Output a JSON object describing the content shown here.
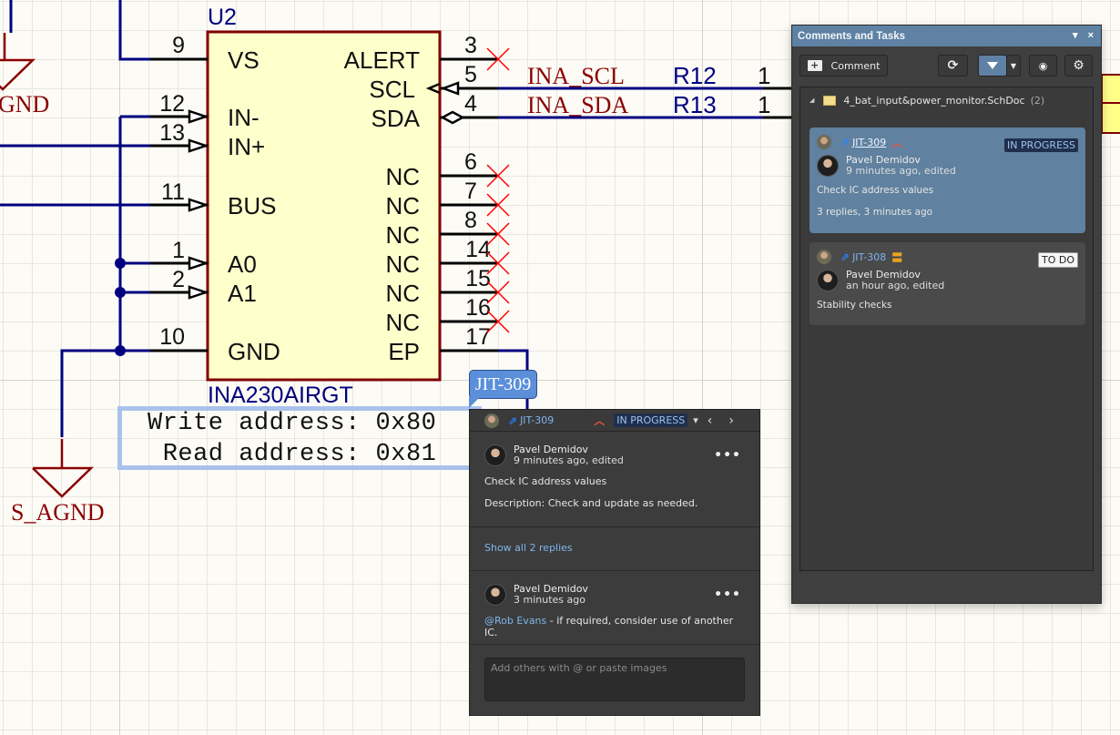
{
  "schematic": {
    "designator": "U2",
    "part_name": "INA230AIRGT",
    "left_pins": [
      {
        "number": "9",
        "name": "VS"
      },
      {
        "number": "12",
        "name": "IN-"
      },
      {
        "number": "13",
        "name": "IN+"
      },
      {
        "number": "11",
        "name": "BUS"
      },
      {
        "number": "1",
        "name": "A0"
      },
      {
        "number": "2",
        "name": "A1"
      },
      {
        "number": "10",
        "name": "GND"
      }
    ],
    "right_pins": [
      {
        "number": "3",
        "name": "ALERT"
      },
      {
        "number": "5",
        "name": "SCL"
      },
      {
        "number": "4",
        "name": "SDA"
      },
      {
        "number": "6",
        "name": "NC"
      },
      {
        "number": "7",
        "name": "NC"
      },
      {
        "number": "8",
        "name": "NC"
      },
      {
        "number": "14",
        "name": "NC"
      },
      {
        "number": "15",
        "name": "NC"
      },
      {
        "number": "16",
        "name": "NC"
      },
      {
        "number": "17",
        "name": "EP"
      }
    ],
    "net_labels": {
      "scl": "INA_SCL",
      "sda": "INA_SDA"
    },
    "resistors": {
      "r12": "R12",
      "r13": "R13",
      "r12_pin": "1",
      "r13_pin": "1"
    },
    "power_ports": {
      "top_gnd": "GND",
      "bottom_gnd": "S_AGND"
    },
    "note": {
      "line1": "Write address: 0x80",
      "line2": " Read address: 0x81"
    },
    "colors": {
      "wire": "#000080",
      "body_fill": "#ffffcc",
      "body_border": "#800000",
      "power": "#8b0000",
      "no_connect": "#ff0000"
    }
  },
  "callout": {
    "label": "JIT-309"
  },
  "popup": {
    "issue_id": "JIT-309",
    "status": "IN PROGRESS",
    "priority_icon": "priority-high-icon",
    "comment": {
      "author": "Pavel Demidov",
      "time": "9 minutes ago, edited",
      "title": "Check IC address values",
      "description": "Description: Check and update as needed.",
      "more": "•••"
    },
    "show_replies": "Show all 2 replies",
    "reply": {
      "author": "Pavel Demidov",
      "time": "3 minutes ago",
      "mention": "@Rob Evans",
      "text": " - if required, consider use of another IC.",
      "more": "•••"
    },
    "input_placeholder": "Add others with @ or paste images",
    "nav_prev": "‹",
    "nav_next": "›",
    "dropdown": "▾"
  },
  "panel": {
    "title": "Comments and Tasks",
    "title_menu": "▾",
    "title_close": "×",
    "comment_button": "Comment",
    "document": {
      "name": "4_bat_input&power_monitor.SchDoc",
      "count": "(2)"
    },
    "cards": [
      {
        "issue_id": "JIT-309",
        "priority": "high",
        "status": "IN PROGRESS",
        "author": "Pavel Demidov",
        "time": "9 minutes ago, edited",
        "text": "Check IC address values",
        "replies": "3 replies, 3 minutes ago",
        "selected": true
      },
      {
        "issue_id": "JIT-308",
        "priority": "medium",
        "status": "TO DO",
        "author": "Pavel Demidov",
        "time": "an hour ago, edited",
        "text": "Stability checks",
        "selected": false
      }
    ],
    "colors": {
      "title_bg": "#5e81a4",
      "selected_card": "#60819f",
      "panel_bg": "#3f3f3f"
    }
  }
}
